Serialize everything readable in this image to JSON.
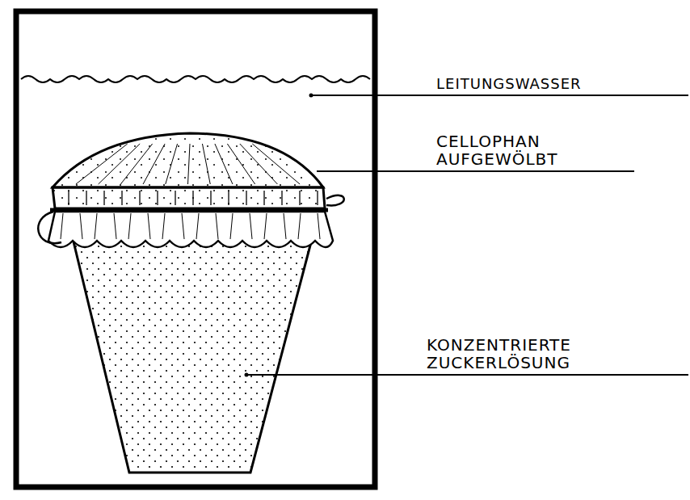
{
  "diagram": {
    "labels": [
      "LEITUNGSWASSER",
      "CELLOPHAN AUFGEWÖLBT",
      "KONZENTRIERTE ZUCKERLÖSUNG"
    ]
  }
}
